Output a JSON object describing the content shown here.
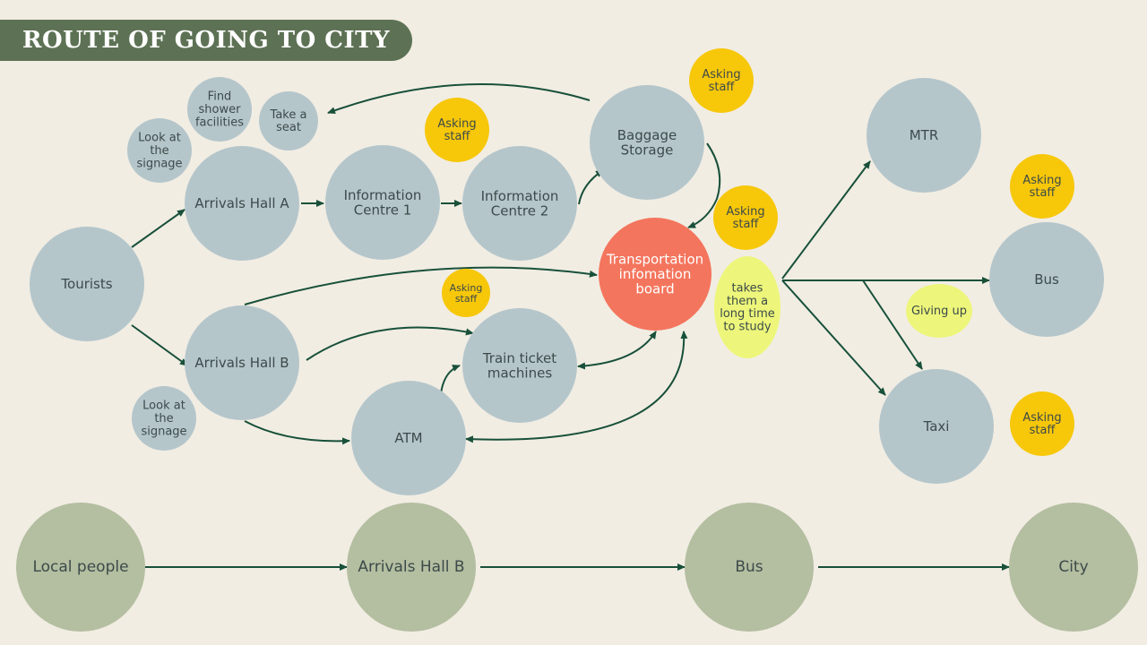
{
  "title": "ROUTE OF GOING TO CITY",
  "colors": {
    "background": "#f1ede3",
    "banner": "#5d7254",
    "node_blue": "#b5c6cb",
    "node_green": "#b4bea0",
    "node_yellow": "#f7c70a",
    "node_lime": "#edf67a",
    "node_red": "#f4755d",
    "arrow": "#18503a",
    "text": "#3c4a4a"
  },
  "nodes": [
    {
      "id": "tourists",
      "label": "Tourists",
      "kind": "blue"
    },
    {
      "id": "arrivals-hall-a",
      "label": "Arrivals Hall A",
      "kind": "blue"
    },
    {
      "id": "arrivals-hall-b",
      "label": "Arrivals Hall B",
      "kind": "blue"
    },
    {
      "id": "info-centre-1",
      "label": "Information Centre 1",
      "kind": "blue"
    },
    {
      "id": "info-centre-2",
      "label": "Information Centre 2",
      "kind": "blue"
    },
    {
      "id": "baggage-storage",
      "label": "Baggage Storage",
      "kind": "blue"
    },
    {
      "id": "look-signage-a",
      "label": "Look at the signage",
      "kind": "blue"
    },
    {
      "id": "find-shower",
      "label": "Find shower facilities",
      "kind": "blue"
    },
    {
      "id": "take-seat",
      "label": "Take a seat",
      "kind": "blue"
    },
    {
      "id": "look-signage-b",
      "label": "Look at the signage",
      "kind": "blue"
    },
    {
      "id": "atm",
      "label": "ATM",
      "kind": "blue"
    },
    {
      "id": "train-ticket",
      "label": "Train ticket machines",
      "kind": "blue"
    },
    {
      "id": "transport-board",
      "label": "Transportation infomation board",
      "kind": "red"
    },
    {
      "id": "takes-long",
      "label": "takes them a long time to study",
      "kind": "lime"
    },
    {
      "id": "asking-staff-info",
      "label": "Asking staff",
      "kind": "yellow"
    },
    {
      "id": "asking-staff-baggage",
      "label": "Asking staff",
      "kind": "yellow"
    },
    {
      "id": "asking-staff-board",
      "label": "Asking staff",
      "kind": "yellow"
    },
    {
      "id": "asking-staff-train",
      "label": "Asking staff",
      "kind": "yellow"
    },
    {
      "id": "mtr",
      "label": "MTR",
      "kind": "blue"
    },
    {
      "id": "bus",
      "label": "Bus",
      "kind": "blue"
    },
    {
      "id": "taxi",
      "label": "Taxi",
      "kind": "blue"
    },
    {
      "id": "asking-staff-bus",
      "label": "Asking staff",
      "kind": "yellow"
    },
    {
      "id": "asking-staff-taxi",
      "label": "Asking staff",
      "kind": "yellow"
    },
    {
      "id": "giving-up",
      "label": "Giving up",
      "kind": "lime"
    },
    {
      "id": "local-people",
      "label": "Local people",
      "kind": "green"
    },
    {
      "id": "local-arrivals-hall-b",
      "label": "Arrivals Hall B",
      "kind": "green"
    },
    {
      "id": "local-bus",
      "label": "Bus",
      "kind": "green"
    },
    {
      "id": "city",
      "label": "City",
      "kind": "green"
    }
  ],
  "edges": [
    {
      "from": "tourists",
      "to": "arrivals-hall-a"
    },
    {
      "from": "tourists",
      "to": "arrivals-hall-b"
    },
    {
      "from": "arrivals-hall-a",
      "to": "info-centre-1"
    },
    {
      "from": "info-centre-1",
      "to": "info-centre-2"
    },
    {
      "from": "info-centre-2",
      "to": "baggage-storage"
    },
    {
      "from": "baggage-storage",
      "to": "take-seat"
    },
    {
      "from": "baggage-storage",
      "to": "transport-board"
    },
    {
      "from": "arrivals-hall-b",
      "to": "transport-board"
    },
    {
      "from": "arrivals-hall-b",
      "to": "train-ticket"
    },
    {
      "from": "arrivals-hall-b",
      "to": "atm"
    },
    {
      "from": "atm",
      "to": "train-ticket"
    },
    {
      "from": "train-ticket",
      "to": "transport-board",
      "bidirectional": true
    },
    {
      "from": "atm",
      "to": "transport-board",
      "bidirectional": true
    },
    {
      "from": "takes-long",
      "to": "mtr"
    },
    {
      "from": "takes-long",
      "to": "bus"
    },
    {
      "from": "takes-long",
      "to": "taxi"
    },
    {
      "from": "takes-long",
      "to": "taxi",
      "branch": true
    },
    {
      "from": "local-people",
      "to": "local-arrivals-hall-b"
    },
    {
      "from": "local-arrivals-hall-b",
      "to": "local-bus"
    },
    {
      "from": "local-bus",
      "to": "city"
    }
  ]
}
